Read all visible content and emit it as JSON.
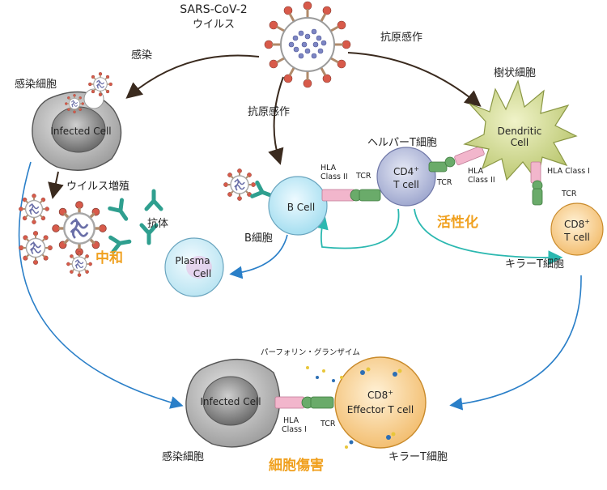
{
  "virus": {
    "name": "SARS-CoV-2",
    "subtitle": "ウイルス"
  },
  "arrows": {
    "infection": "感染",
    "antigen_sensing_right": "抗原感作",
    "antigen_sensing_center": "抗原感作",
    "proliferation": "ウイルス増殖"
  },
  "cells": {
    "infected_top": {
      "caption": "感染細胞",
      "label": "Infected Cell"
    },
    "dendritic": {
      "caption": "樹状細胞",
      "label_line1": "Dendritic",
      "label_line2": "Cell"
    },
    "helper_t": {
      "caption": "ヘルパーT細胞",
      "label_line1": "CD4",
      "label_sup": "+",
      "label_line2": "T cell"
    },
    "b_cell": {
      "caption": "B細胞",
      "label": "B Cell"
    },
    "plasma": {
      "label_line1": "Plasma",
      "label_line2": "Cell"
    },
    "killer_t": {
      "caption": "キラーT細胞",
      "label_line1": "CD8",
      "label_sup": "+",
      "label_line2": "T cell"
    },
    "infected_bottom": {
      "caption": "感染細胞",
      "label": "Infected Cell"
    },
    "effector_t": {
      "caption": "キラーT細胞",
      "label_line1": "CD8",
      "label_sup": "+",
      "label_line2": "Effector T cell"
    }
  },
  "molecules": {
    "hla_class2_b_line1": "HLA",
    "hla_class2_b_line2": "Class II",
    "tcr_b": "TCR",
    "tcr_dc": "TCR",
    "hla_class2_dc_line1": "HLA",
    "hla_class2_dc_line2": "Class II",
    "hla_class1_dc": "HLA Class I",
    "tcr_killer": "TCR",
    "hla_class1_bottom_line1": "HLA",
    "hla_class1_bottom_line2": "Class I",
    "tcr_bottom": "TCR",
    "antibody": "抗体",
    "perforin": "パーフォリン・グランザイム"
  },
  "highlights": {
    "neutralization": "中和",
    "activation": "活性化",
    "cytotoxicity": "細胞傷害"
  },
  "colors": {
    "accent": "#f0a01e",
    "arrow_dark": "#3a2a1e",
    "arrow_blue": "#2a7fc8",
    "arrow_teal": "#2bb8b0",
    "infected_cell": "#b9b9b9",
    "dendritic": "#cfd98b",
    "helper_t": "#b9c0de",
    "b_cell": "#c4ecf6",
    "plasma": "#d6eef6",
    "killer_t": "#f7d08e",
    "hla": "#f2b6cc",
    "tcr": "#6aab6a",
    "antibody": "#2f9f8f",
    "virus_spike": "#d85a4a"
  }
}
